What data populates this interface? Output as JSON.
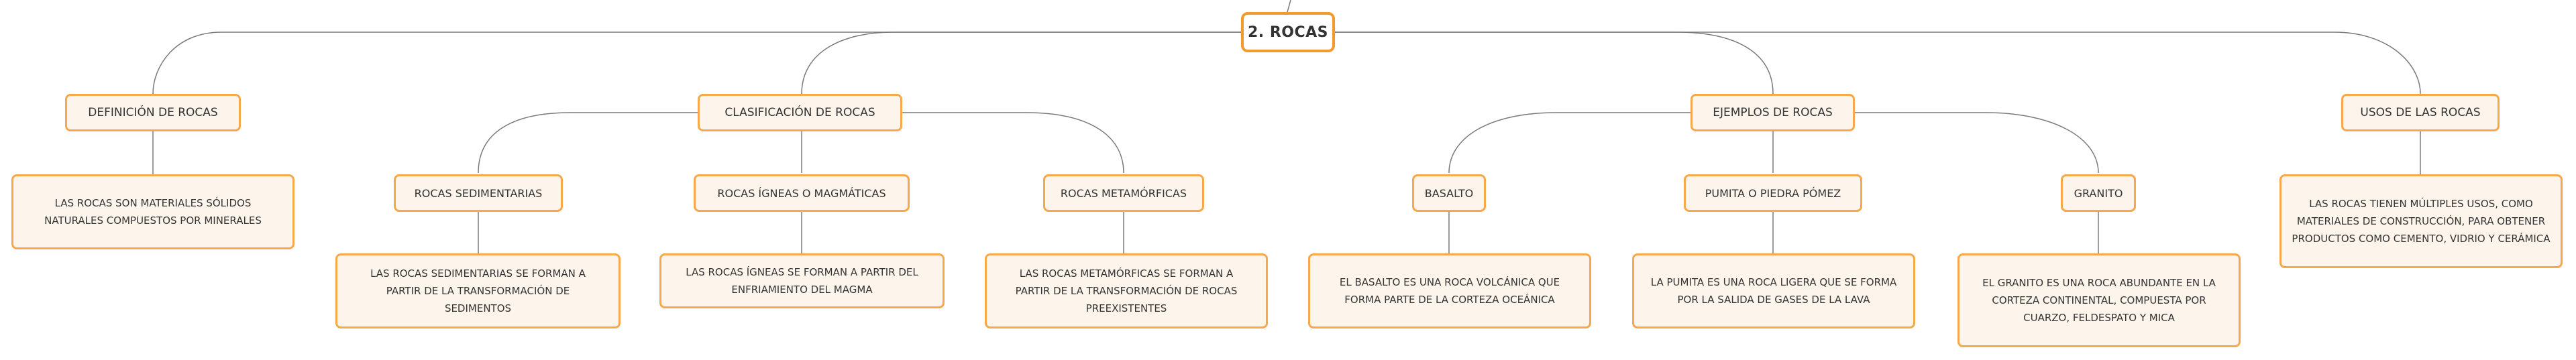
{
  "root": {
    "label": "2. ROCAS"
  },
  "branches": {
    "definicion": {
      "label": "DEFINICIÓN DE ROCAS",
      "desc": "LAS ROCAS SON MATERIALES SÓLIDOS NATURALES COMPUESTOS POR MINERALES"
    },
    "clasificacion": {
      "label": "CLASIFICACIÓN DE ROCAS",
      "sedimentarias": {
        "label": "ROCAS SEDIMENTARIAS",
        "desc": "LAS ROCAS SEDIMENTARIAS SE FORMAN A PARTIR DE LA TRANSFORMACIÓN DE SEDIMENTOS"
      },
      "igneas": {
        "label": "ROCAS ÍGNEAS O MAGMÁTICAS",
        "desc": "LAS ROCAS ÍGNEAS SE FORMAN A PARTIR DEL ENFRIAMIENTO DEL MAGMA"
      },
      "metamorficas": {
        "label": "ROCAS METAMÓRFICAS",
        "desc": "LAS ROCAS METAMÓRFICAS SE FORMAN A PARTIR DE LA TRANSFORMACIÓN DE ROCAS PREEXISTENTES"
      }
    },
    "ejemplos": {
      "label": "EJEMPLOS DE ROCAS",
      "basalto": {
        "label": "BASALTO",
        "desc": "EL BASALTO ES UNA ROCA VOLCÁNICA QUE FORMA PARTE DE LA CORTEZA OCEÁNICA"
      },
      "pumita": {
        "label": "PUMITA O PIEDRA PÓMEZ",
        "desc": "LA PUMITA ES UNA ROCA LIGERA QUE SE FORMA POR LA SALIDA DE GASES DE LA LAVA"
      },
      "granito": {
        "label": "GRANITO",
        "desc": "EL GRANITO ES UNA ROCA ABUNDANTE EN LA CORTEZA CONTINENTAL, COMPUESTA POR CUARZO, FELDESPATO Y MICA"
      }
    },
    "usos": {
      "label": "USOS DE LAS ROCAS",
      "desc": "LAS ROCAS TIENEN MÚLTIPLES USOS, COMO MATERIALES DE CONSTRUCCIÓN, PARA OBTENER PRODUCTOS COMO CEMENTO, VIDRIO Y CERÁMICA"
    }
  }
}
